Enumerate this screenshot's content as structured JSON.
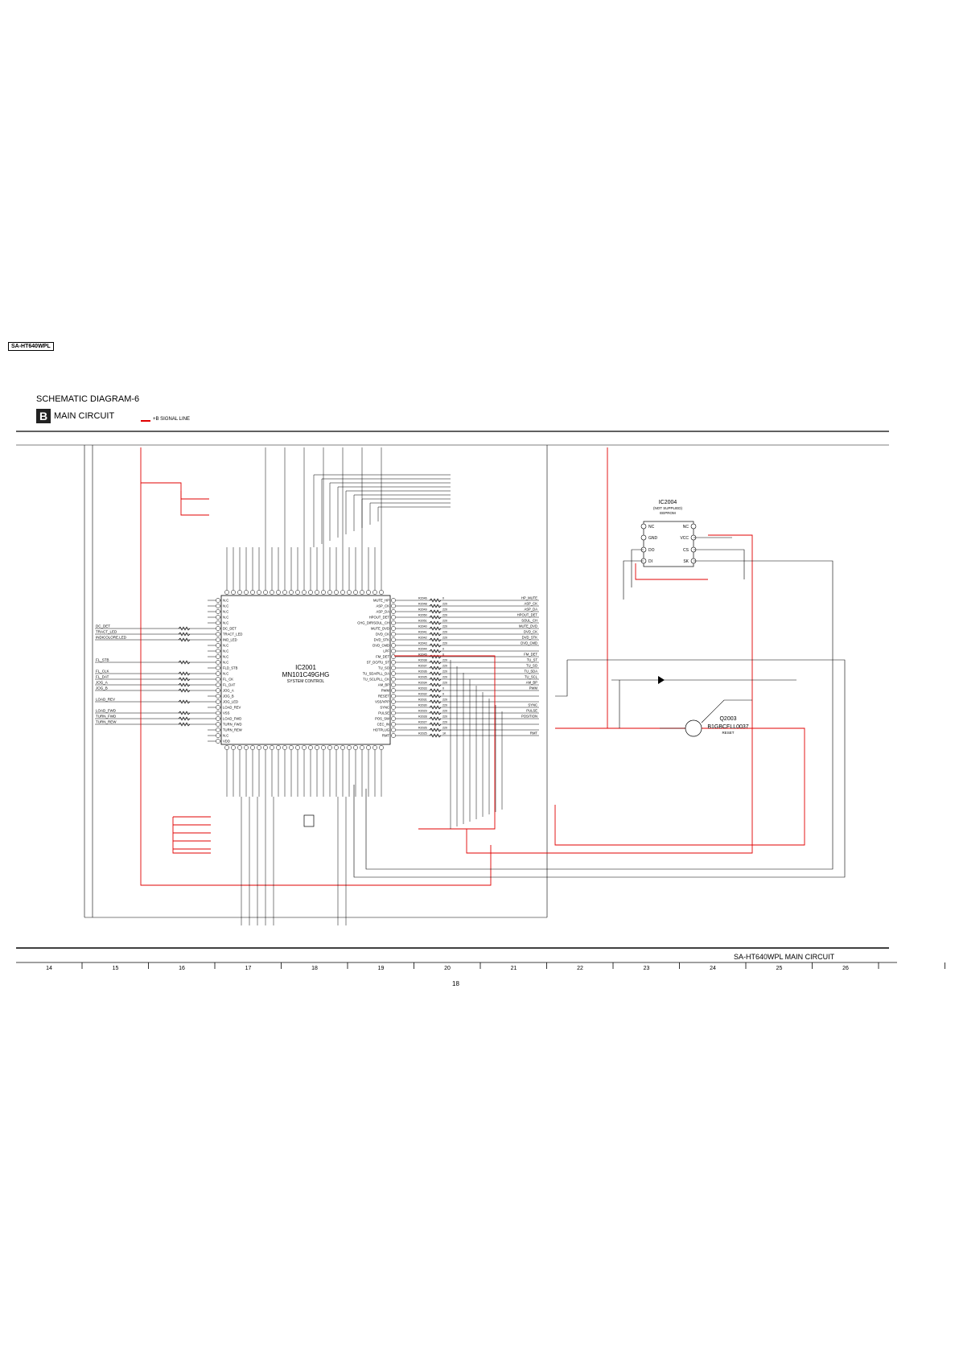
{
  "header": {
    "model_tag": "SA-HT640WPL"
  },
  "title": {
    "diagram": "SCHEMATIC DIAGRAM-6",
    "section_letter": "B",
    "section_name": "MAIN CIRCUIT",
    "legend": "+B SIGNAL LINE"
  },
  "colors": {
    "signal_line": "#e00000",
    "wire": "#000000"
  },
  "ic2001": {
    "ref": "IC2001",
    "part": "MN101C49GHG",
    "func": "SYSTEM CONTROL"
  },
  "ic2004": {
    "ref": "IC2004",
    "note": "(NOT SUPPLIED)",
    "func": "EEPROM",
    "pins_left": [
      "NC",
      "GND",
      "DO",
      "DI"
    ],
    "pins_right": [
      "NC",
      "VCC",
      "CS",
      "SK"
    ]
  },
  "q2003": {
    "ref": "Q2003",
    "part": "B1GBCFLL0037",
    "func": "RESET"
  },
  "left_signals": [
    "DC_DET",
    "TRACT_LED",
    "INDICOLORE.LED",
    "FL_STB",
    "FL_CLK",
    "FL_DAT",
    "JOG_A",
    "JOG_B",
    "LOAD_REV",
    "LOAD_FWD",
    "TURN_FWD",
    "TURN_REW"
  ],
  "left_pins": [
    "N.C",
    "N.C",
    "N.C",
    "N.C",
    "N.C",
    "DC_DET",
    "TRACT_LED",
    "IND_LED",
    "N.C",
    "N.C",
    "N.C",
    "N.C",
    "FLD_STB",
    "N.C",
    "FL_CK",
    "FL_DAT",
    "JOG_A",
    "JOG_B",
    "JOG_LED",
    "LOAD_REV",
    "VSS",
    "LOAD_FWD",
    "TURN_FWD",
    "TURN_REW",
    "N.C",
    "VDD"
  ],
  "right_pins": [
    "MUTE_HP",
    "ASP_CK",
    "ASP_DA",
    "HPOUT_DET",
    "CHG_DIR/SOUL_CH",
    "MUTE_DVD",
    "DVD_CK",
    "DVD_STK",
    "DVD_CMD",
    "LPF",
    "FM_DET",
    "ST_DO/TU_ST",
    "TU_SO",
    "TU_SDA/PLL_DA",
    "TU_SCL/PLL_CK",
    "AM_BP",
    "PWM",
    "RESET",
    "VSS/VPP",
    "SYNC",
    "PULSE",
    "POS_SW",
    "CEC_IN",
    "HOTPLUG",
    "RMT"
  ],
  "right_signals": [
    "HP_MUTE",
    "ASP_CK",
    "ASP_DA",
    "HPOUT_DET",
    "SOUL_CH",
    "MUTE_DVD",
    "DVD_CK",
    "DVD_STK",
    "DVD_CMD",
    "",
    "FM_DET",
    "TU_ST",
    "TU_SO",
    "TU_SDA",
    "TU_SCL",
    "AM_BP",
    "PWM",
    "",
    "",
    "SYNC",
    "PULSE",
    "POSITION",
    "",
    "",
    "RMT"
  ],
  "right_resistors": [
    "R2046",
    "R2048",
    "R2049",
    "R2050",
    "R2051",
    "R2040",
    "R2041",
    "R2042",
    "R2043",
    "R2044",
    "R2045",
    "R2038",
    "R2037",
    "R2036",
    "R2035",
    "R2034",
    "R2033",
    "R2032",
    "R2031",
    "R2030",
    "R2029",
    "R2028",
    "R2027",
    "R2026",
    "R2025"
  ],
  "right_values": [
    "0",
    "220",
    "220",
    "220",
    "220",
    "220",
    "220",
    "220",
    "220",
    "0",
    "0",
    "220",
    "220",
    "220",
    "220",
    "220",
    "0",
    "0",
    "220",
    "220",
    "220",
    "220",
    "220",
    "220",
    "1K"
  ],
  "grid": {
    "columns": [
      "14",
      "15",
      "16",
      "17",
      "18",
      "19",
      "20",
      "21",
      "22",
      "23",
      "24",
      "25",
      "26"
    ]
  },
  "footer": {
    "title": "SA-HT640WPL MAIN CIRCUIT",
    "page": "18"
  }
}
